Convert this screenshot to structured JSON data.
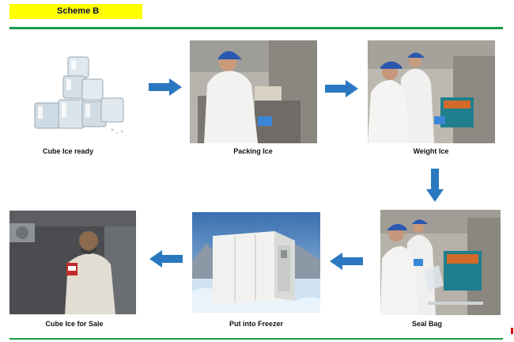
{
  "header": {
    "title": "Scheme B"
  },
  "steps": [
    {
      "label": "Cube Ice ready",
      "image": "ice-cubes-image"
    },
    {
      "label": "Packing Ice",
      "image": "worker-packing-image"
    },
    {
      "label": "Weight Ice",
      "image": "workers-weighing-image"
    },
    {
      "label": "Seal Bag",
      "image": "worker-sealing-image"
    },
    {
      "label": "Put into Freezer",
      "image": "cold-room-image"
    },
    {
      "label": "Cube Ice for Sale",
      "image": "man-with-ice-bag-image"
    }
  ],
  "colors": {
    "title_highlight": "#ffff00",
    "rule_line": "#1a9a4a",
    "arrow": "#2a78c0"
  },
  "icons": {
    "flow_arrow": "arrow-icon"
  }
}
